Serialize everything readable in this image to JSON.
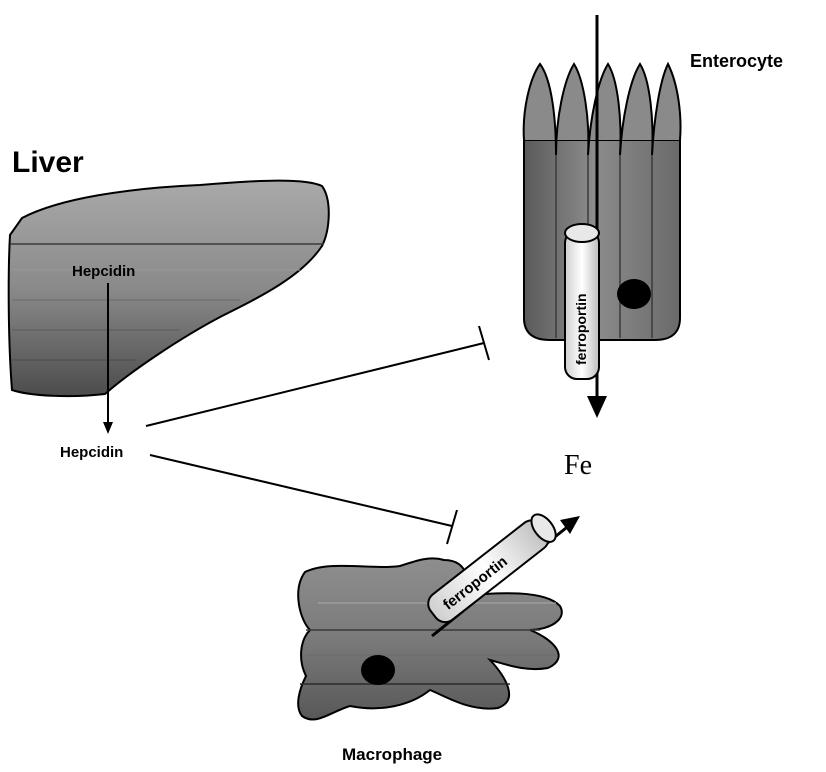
{
  "labels": {
    "liver": "Liver",
    "hepcidin_in_liver": "Hepcidin",
    "hepcidin": "Hepcidin",
    "enterocyte": "Enterocyte",
    "fe": "Fe",
    "macrophage": "Macrophage",
    "ferroportin_enterocyte": "ferroportin",
    "ferroportin_macrophage": "ferroportin"
  }
}
